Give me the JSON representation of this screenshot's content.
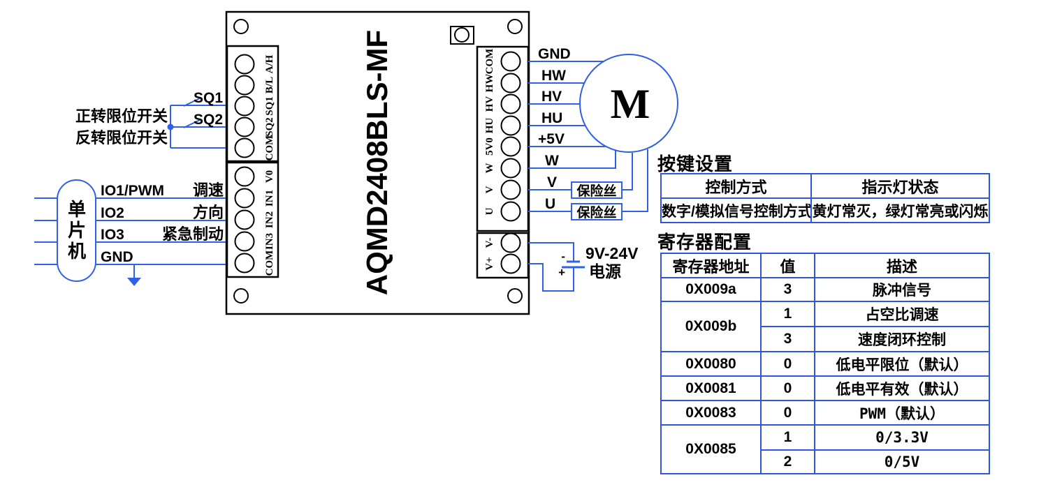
{
  "diagram": {
    "board": {
      "title": "AQMD2408BLS-MF",
      "left_block1_labels": [
        "A/H",
        "B/L",
        "SQ1",
        "SQ2",
        "COM"
      ],
      "left_block2_labels": [
        "V0",
        "IN1",
        "IN2",
        "IN3",
        "COM"
      ],
      "right_block1_labels": [
        "COM",
        "HW",
        "HV",
        "HU",
        "5V0",
        "W",
        "V",
        "U"
      ],
      "right_block2_labels": [
        "V-",
        "V+"
      ]
    },
    "mcu": {
      "label": "单片机",
      "pin1": "IO1/PWM",
      "pin2": "IO2",
      "pin3": "IO3",
      "pin4": "GND",
      "func1": "调速",
      "func2": "方向",
      "func3": "紧急制动"
    },
    "limit_switches": {
      "forward_label": "正转限位开关",
      "reverse_label": "反转限位开关",
      "sq1": "SQ1",
      "sq2": "SQ2"
    },
    "motor": {
      "label": "M",
      "wire_labels": [
        "GND",
        "HW",
        "HV",
        "HU",
        "+5V",
        "W",
        "V",
        "U"
      ]
    },
    "fuse_label_1": "保险丝",
    "fuse_label_2": "保险丝",
    "power": {
      "voltage": "9V-24V",
      "label": "电源",
      "minus": "-",
      "plus": "+"
    },
    "colors": {
      "wire_blue": "#3060e8",
      "table_blue": "#2e55dd",
      "line_black": "#000000"
    }
  },
  "key_settings_table": {
    "title": "按键设置",
    "headers": [
      "控制方式",
      "指示灯状态"
    ],
    "row": [
      "数字/模拟信号控制方式",
      "黄灯常灭，绿灯常亮或闪烁"
    ]
  },
  "register_table": {
    "title": "寄存器配置",
    "headers": [
      "寄存器地址",
      "值",
      "描述"
    ],
    "rows": [
      {
        "addr": "0X009a",
        "val": "3",
        "desc": "脉冲信号"
      },
      {
        "addr": "0X009b",
        "val": "1",
        "desc": "占空比调速"
      },
      {
        "addr": "",
        "val": "3",
        "desc": "速度闭环控制"
      },
      {
        "addr": "0X0080",
        "val": "0",
        "desc": "低电平限位（默认）"
      },
      {
        "addr": "0X0081",
        "val": "0",
        "desc": "低电平有效（默认）"
      },
      {
        "addr": "0X0083",
        "val": "0",
        "desc": "PWM（默认）"
      },
      {
        "addr": "0X0085",
        "val": "1",
        "desc": "0/3.3V"
      },
      {
        "addr": "",
        "val": "2",
        "desc": "0/5V"
      }
    ]
  }
}
